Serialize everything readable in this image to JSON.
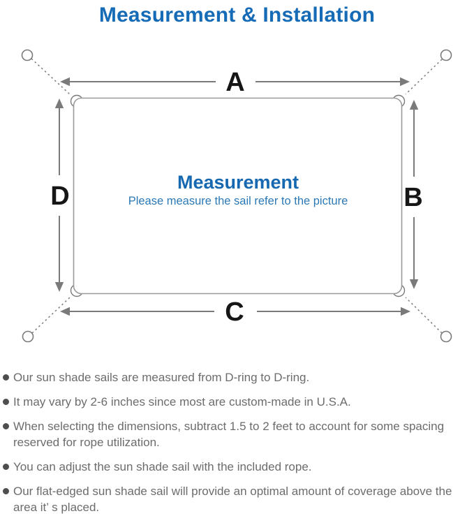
{
  "title": "Measurement & Installation",
  "diagram": {
    "labels": {
      "top": "A",
      "right": "B",
      "bottom": "C",
      "left": "D"
    },
    "center_title": "Measurement",
    "center_subtitle": "Please measure the sail refer to the picture"
  },
  "notes": [
    "Our sun shade sails are measured from D-ring to D-ring.",
    "It may vary by 2-6 inches since most are custom-made in U.S.A.",
    "When selecting the dimensions, subtract 1.5 to 2 feet to account for some spacing reserved for rope utilization.",
    "You can adjust the sun shade sail with the included rope.",
    "Our flat-edged sun shade sail will provide an optimal amount of coverage above the area it’ s placed."
  ],
  "colors": {
    "title_blue": "#166bb7",
    "center_blue": "#1668b1",
    "subtitle_blue": "#2c79b5",
    "line_gray": "#7a7a7a",
    "text_gray": "#6c6c6c"
  }
}
